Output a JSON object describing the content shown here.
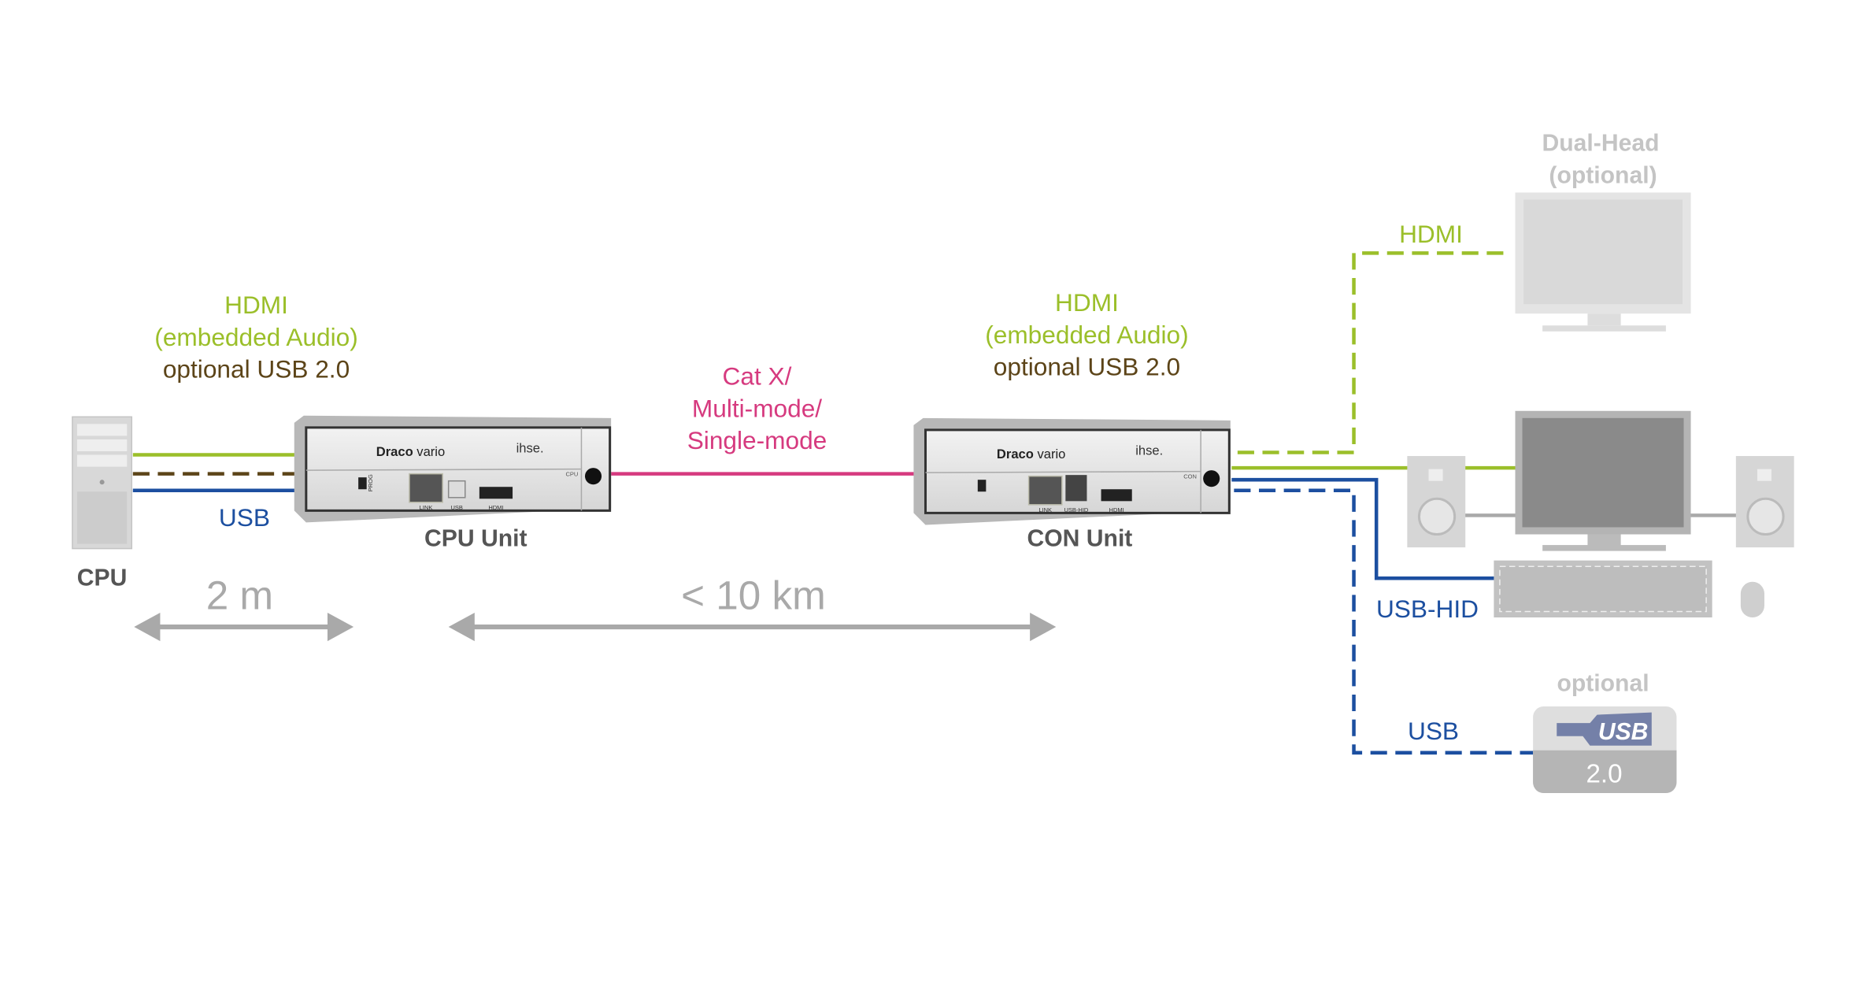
{
  "colors": {
    "hdmi": "#9bbf2a",
    "usb_optional": "#5c4418",
    "usb": "#1c4fa0",
    "link": "#d63a7f",
    "distance": "#a9a9a9",
    "device_label": "#555555",
    "optional_device": "#c4c4c4"
  },
  "left_labels": {
    "hdmi": "HDMI",
    "audio": "(embedded Audio)",
    "usb_opt": "optional USB 2.0",
    "usb": "USB",
    "cpu": "CPU"
  },
  "cpu_unit": {
    "label": "CPU Unit",
    "brand": "Draco",
    "model": "vario",
    "logo": "ihse.",
    "ports": [
      "PROG",
      "LINK",
      "USB",
      "HDMI"
    ],
    "tag": "CPU"
  },
  "link": {
    "line1": "Cat X/",
    "line2": "Multi-mode/",
    "line3": "Single-mode"
  },
  "con_unit": {
    "label": "CON Unit",
    "brand": "Draco",
    "model": "vario",
    "logo": "ihse.",
    "ports": [
      "LINK",
      "USB-HID",
      "HDMI"
    ],
    "tag": "CON"
  },
  "right_labels": {
    "hdmi": "HDMI",
    "audio": "(embedded Audio)",
    "usb_opt": "optional USB 2.0",
    "hdmi2": "HDMI",
    "dual_head": "Dual-Head",
    "dual_head_opt": "(optional)",
    "usb_hid": "USB-HID",
    "usb": "USB",
    "optional": "optional",
    "usb_logo": "USB",
    "usb_version": "2.0"
  },
  "distances": {
    "short": "2 m",
    "long": "< 10 km"
  }
}
